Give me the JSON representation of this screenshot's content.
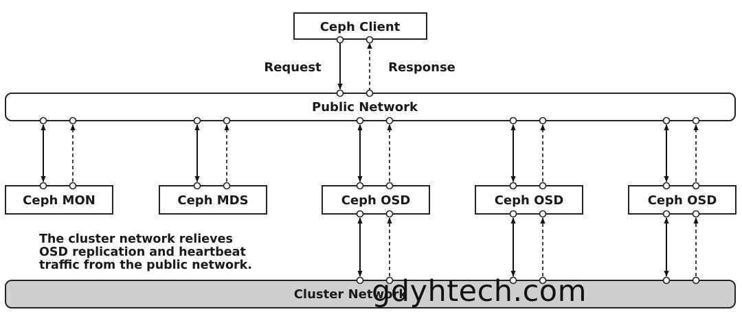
{
  "client": {
    "label": "Ceph Client"
  },
  "arrows_top": {
    "request": "Request",
    "response": "Response"
  },
  "public_network": {
    "label": "Public Network"
  },
  "cluster_network": {
    "label": "Cluster Network"
  },
  "daemons": [
    {
      "label": "Ceph MON",
      "on_cluster_network": false
    },
    {
      "label": "Ceph MDS",
      "on_cluster_network": false
    },
    {
      "label": "Ceph OSD",
      "on_cluster_network": true
    },
    {
      "label": "Ceph OSD",
      "on_cluster_network": true
    },
    {
      "label": "Ceph OSD",
      "on_cluster_network": true
    }
  ],
  "note": {
    "lines": [
      "The cluster network relieves",
      "OSD replication and heartbeat",
      "traffic from the public network."
    ]
  },
  "watermark": {
    "text": "gdyhtech.com"
  },
  "colors": {
    "box_fill": "#ffffff",
    "cluster_fill": "#cfcfcf",
    "stroke": "#222222"
  }
}
